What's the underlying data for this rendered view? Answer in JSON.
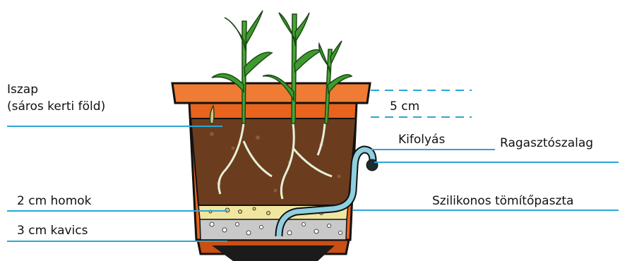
{
  "labels": {
    "mud_line1": "Iszap",
    "mud_line2": "(sáros kerti föld)",
    "sand": "2 cm homok",
    "gravel": "3 cm kavics",
    "depth": "5 cm",
    "outlet": "Kifolyás",
    "tape": "Ragasztószalag",
    "silicone": "Szilikonos tömítőpaszta"
  },
  "colors": {
    "leader_line": "#2aa7d6",
    "pot": "#e8631c",
    "soil": "#6b3d1e",
    "sand": "#f0e6a0",
    "gravel": "#c9c9c9",
    "leaf": "#3f9a2e",
    "hose": "#8fd0e0"
  }
}
